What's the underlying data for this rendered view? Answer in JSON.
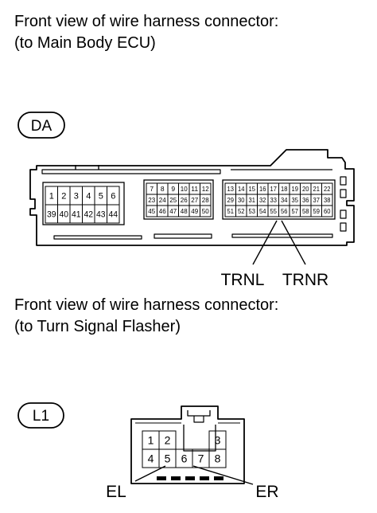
{
  "captions": {
    "main_body_ecu": [
      "Front view of wire harness connector:",
      "(to Main Body ECU)"
    ],
    "turn_signal_flasher": [
      "Front view of wire harness connector:",
      "(to Turn Signal Flasher)"
    ]
  },
  "connector_da": {
    "code": "DA",
    "pins": {
      "block_a": [
        [
          "1",
          "2",
          "3",
          "4",
          "5",
          "6"
        ],
        [
          "39",
          "40",
          "41",
          "42",
          "43",
          "44"
        ]
      ],
      "block_b": [
        [
          "7",
          "8",
          "9",
          "10",
          "11",
          "12"
        ],
        [
          "23",
          "24",
          "25",
          "26",
          "27",
          "28"
        ],
        [
          "45",
          "46",
          "47",
          "48",
          "49",
          "50"
        ]
      ],
      "block_c": [
        [
          "13",
          "14",
          "15",
          "16",
          "17",
          "18",
          "19",
          "20",
          "21",
          "22"
        ],
        [
          "29",
          "30",
          "31",
          "32",
          "33",
          "34",
          "35",
          "36",
          "37",
          "38"
        ],
        [
          "51",
          "52",
          "53",
          "54",
          "55",
          "56",
          "57",
          "58",
          "59",
          "60"
        ]
      ]
    },
    "signals": [
      {
        "label": "TRNL",
        "pin": "55"
      },
      {
        "label": "TRNR",
        "pin": "56"
      }
    ]
  },
  "connector_l1": {
    "code": "L1",
    "pins": [
      [
        "1",
        "2",
        "",
        "",
        "3"
      ],
      [
        "4",
        "5",
        "6",
        "7",
        "8"
      ]
    ],
    "signals": [
      {
        "label": "EL",
        "pin": "5"
      },
      {
        "label": "ER",
        "pin": "6"
      }
    ]
  }
}
